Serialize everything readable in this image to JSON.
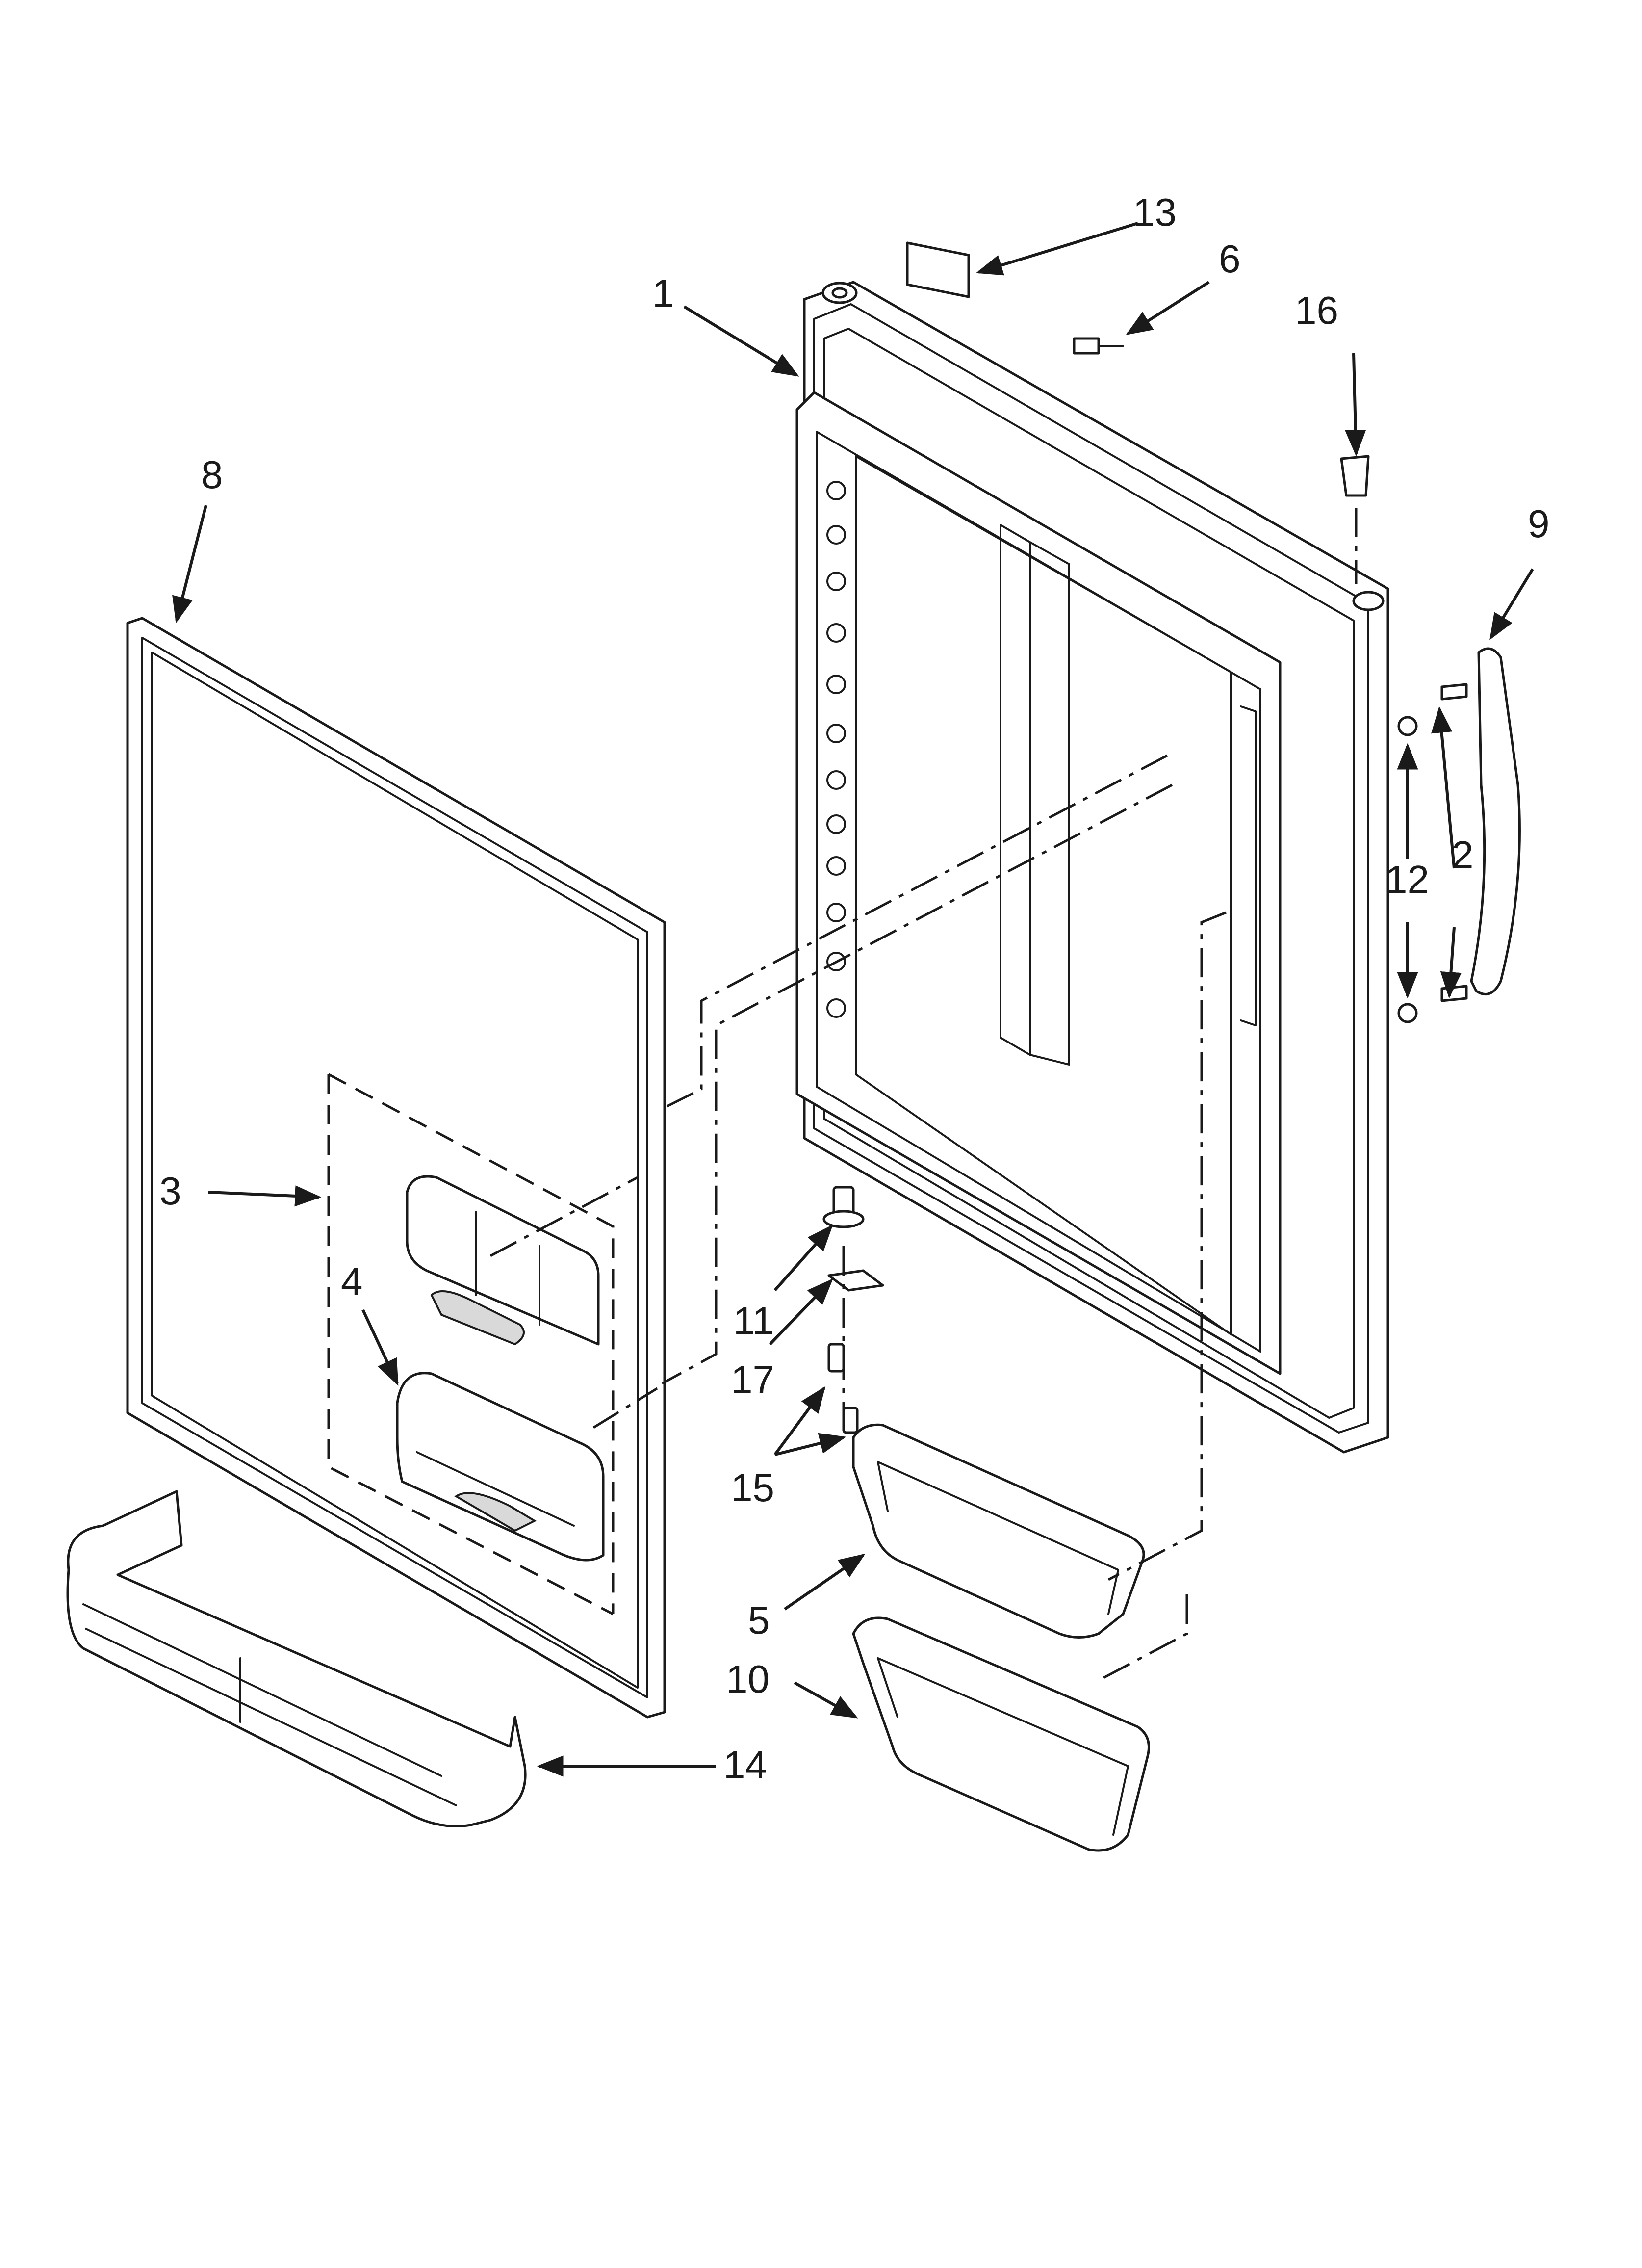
{
  "diagram": {
    "callouts": [
      "1",
      "2",
      "3",
      "4",
      "5",
      "6",
      "8",
      "9",
      "10",
      "11",
      "12",
      "13",
      "14",
      "15",
      "16",
      "17"
    ],
    "colors": {
      "line": "#1a1a1a",
      "background": "#ffffff",
      "shade": "#d9d9d9"
    }
  }
}
